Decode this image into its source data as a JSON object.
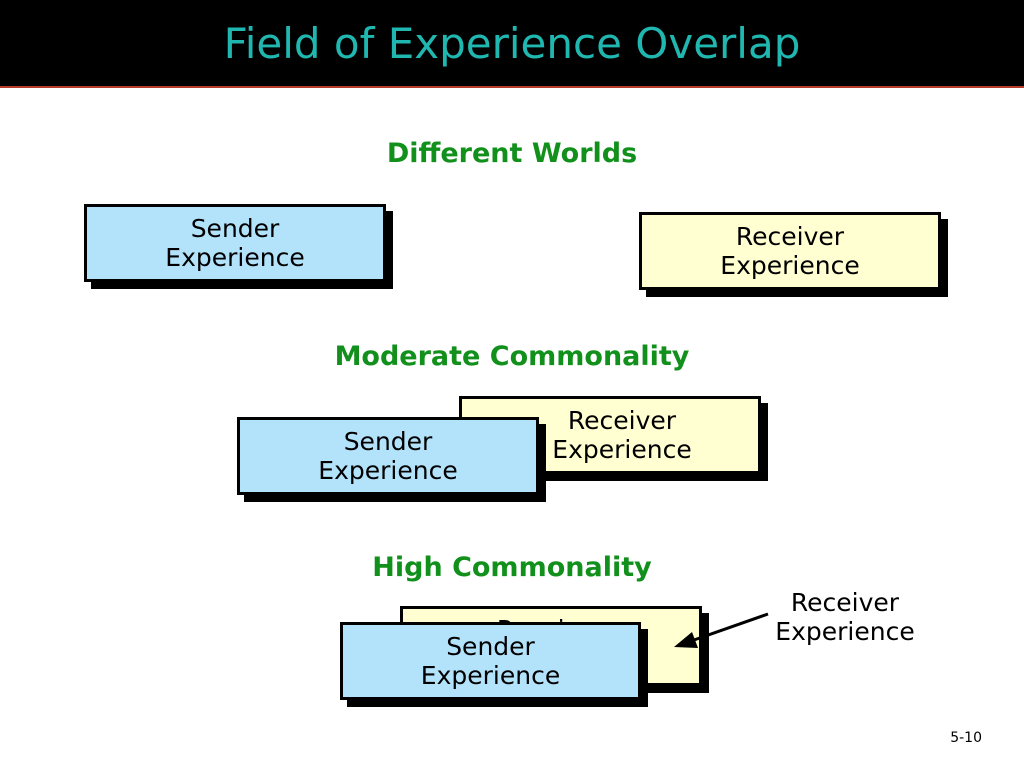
{
  "title": "Field of Experience Overlap",
  "sections": {
    "different": "Different Worlds",
    "moderate": "Moderate Commonality",
    "high": "High Commonality"
  },
  "sender": {
    "line1": "Sender",
    "line2": "Experience"
  },
  "receiver": {
    "line1": "Receiver",
    "line2": "Experience"
  },
  "callout": {
    "line1": "Receiver",
    "line2": "Experience"
  },
  "page_number": "5-10",
  "colors": {
    "title_text": "#1fb7b0",
    "heading_text": "#12901c",
    "sender_fill": "#b3e2fb",
    "receiver_fill": "#ffffd2"
  }
}
